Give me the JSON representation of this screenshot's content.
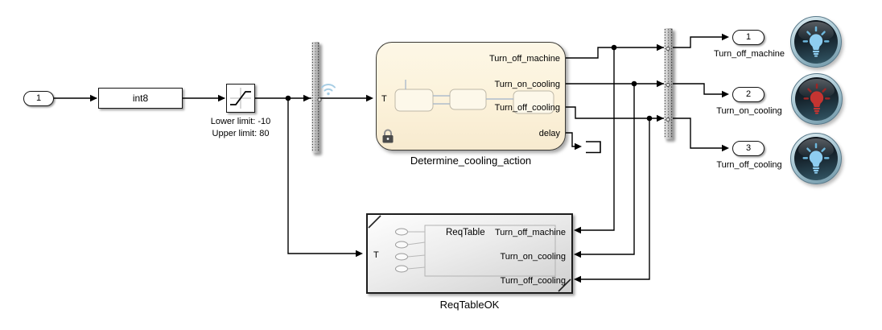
{
  "inport": {
    "label": "1"
  },
  "int8": {
    "label": "int8"
  },
  "saturation": {
    "line1": "Lower limit: -10",
    "line2": "Upper limit: 80"
  },
  "chart": {
    "name": "Determine_cooling_action",
    "input": "T",
    "out1": "Turn_off_machine",
    "out2": "Turn_on_cooling",
    "out3": "Turn_off_cooling",
    "out4": "delay"
  },
  "reqtable": {
    "name": "ReqTableOK",
    "header": "ReqTable",
    "input": "T",
    "in1": "Turn_off_machine",
    "in2": "Turn_on_cooling",
    "in3": "Turn_off_cooling"
  },
  "outports": [
    {
      "number": "1",
      "label": "Turn_off_machine"
    },
    {
      "number": "2",
      "label": "Turn_on_cooling"
    },
    {
      "number": "3",
      "label": "Turn_off_cooling"
    }
  ],
  "lamps": [
    {
      "state": "blue-on",
      "bulb": "#8ecdf0",
      "rays": "#6db8dd"
    },
    {
      "state": "red-on",
      "bulb": "#c53431",
      "rays": "#9c2626"
    },
    {
      "state": "blue-on",
      "bulb": "#8ecdf0",
      "rays": "#6db8dd"
    }
  ],
  "colors": {
    "wire": "#000000",
    "chart_fill": "#fcf2da",
    "wifi_icon": "#a3cbe3",
    "boundary_bar": "#b5b5b5"
  }
}
